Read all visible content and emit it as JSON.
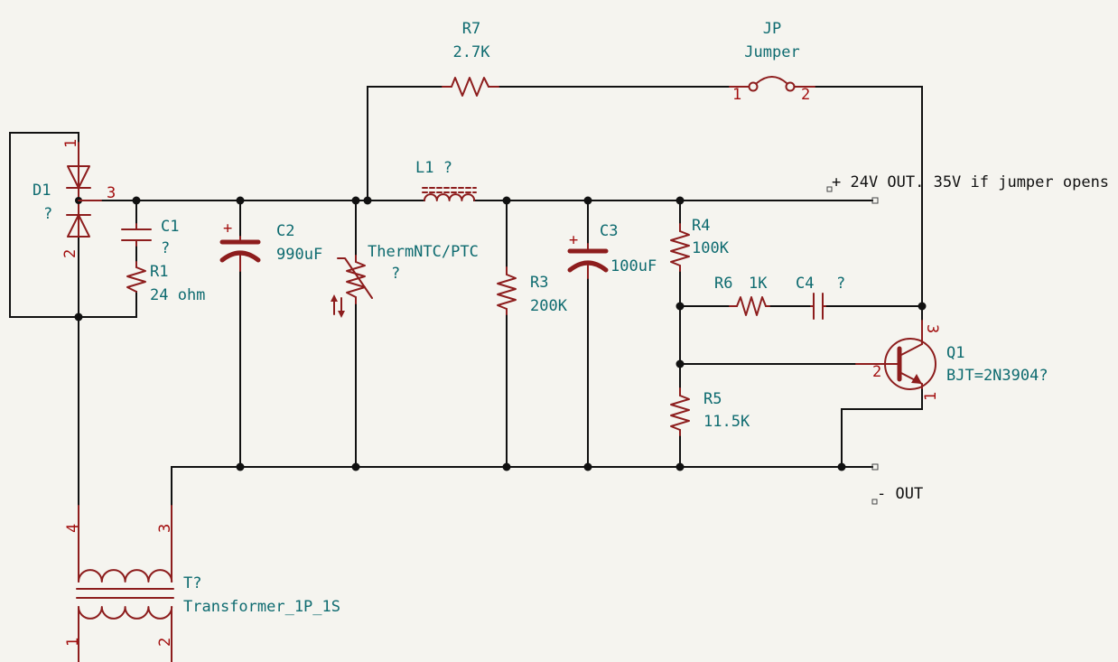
{
  "schematic": {
    "components": {
      "r7": {
        "ref": "R7",
        "value": "2.7K"
      },
      "jp": {
        "ref": "JP",
        "value": "Jumper",
        "pin1": "1",
        "pin2": "2"
      },
      "l1": {
        "ref": "L1 ?"
      },
      "d1": {
        "ref": "D1",
        "value": "?",
        "pin1": "1",
        "pin2": "2",
        "pin3": "3"
      },
      "c1": {
        "ref": "C1",
        "value": "?"
      },
      "r1": {
        "ref": "R1",
        "value": "24 ohm"
      },
      "c2": {
        "ref": "C2",
        "value": "990uF"
      },
      "th": {
        "ref": "ThermNTC/PTC",
        "value": "?"
      },
      "r3": {
        "ref": "R3",
        "value": "200K"
      },
      "c3": {
        "ref": "C3",
        "value": "100uF"
      },
      "r4": {
        "ref": "R4",
        "value": "100K"
      },
      "r6": {
        "ref": "R6",
        "value": "1K"
      },
      "c4": {
        "ref": "C4",
        "value": "?"
      },
      "r5": {
        "ref": "R5",
        "value": "11.5K"
      },
      "q1": {
        "ref": "Q1",
        "value": "BJT=2N3904?",
        "pin1": "1",
        "pin2": "2",
        "pin3": "3"
      },
      "t1": {
        "ref": "T?",
        "value": "Transformer_1P_1S",
        "pin1": "1",
        "pin2": "2",
        "pin3": "3",
        "pin4": "4"
      }
    },
    "outputs": {
      "pos": "+ 24V OUT. 35V if jumper opens",
      "neg": "- OUT"
    }
  }
}
